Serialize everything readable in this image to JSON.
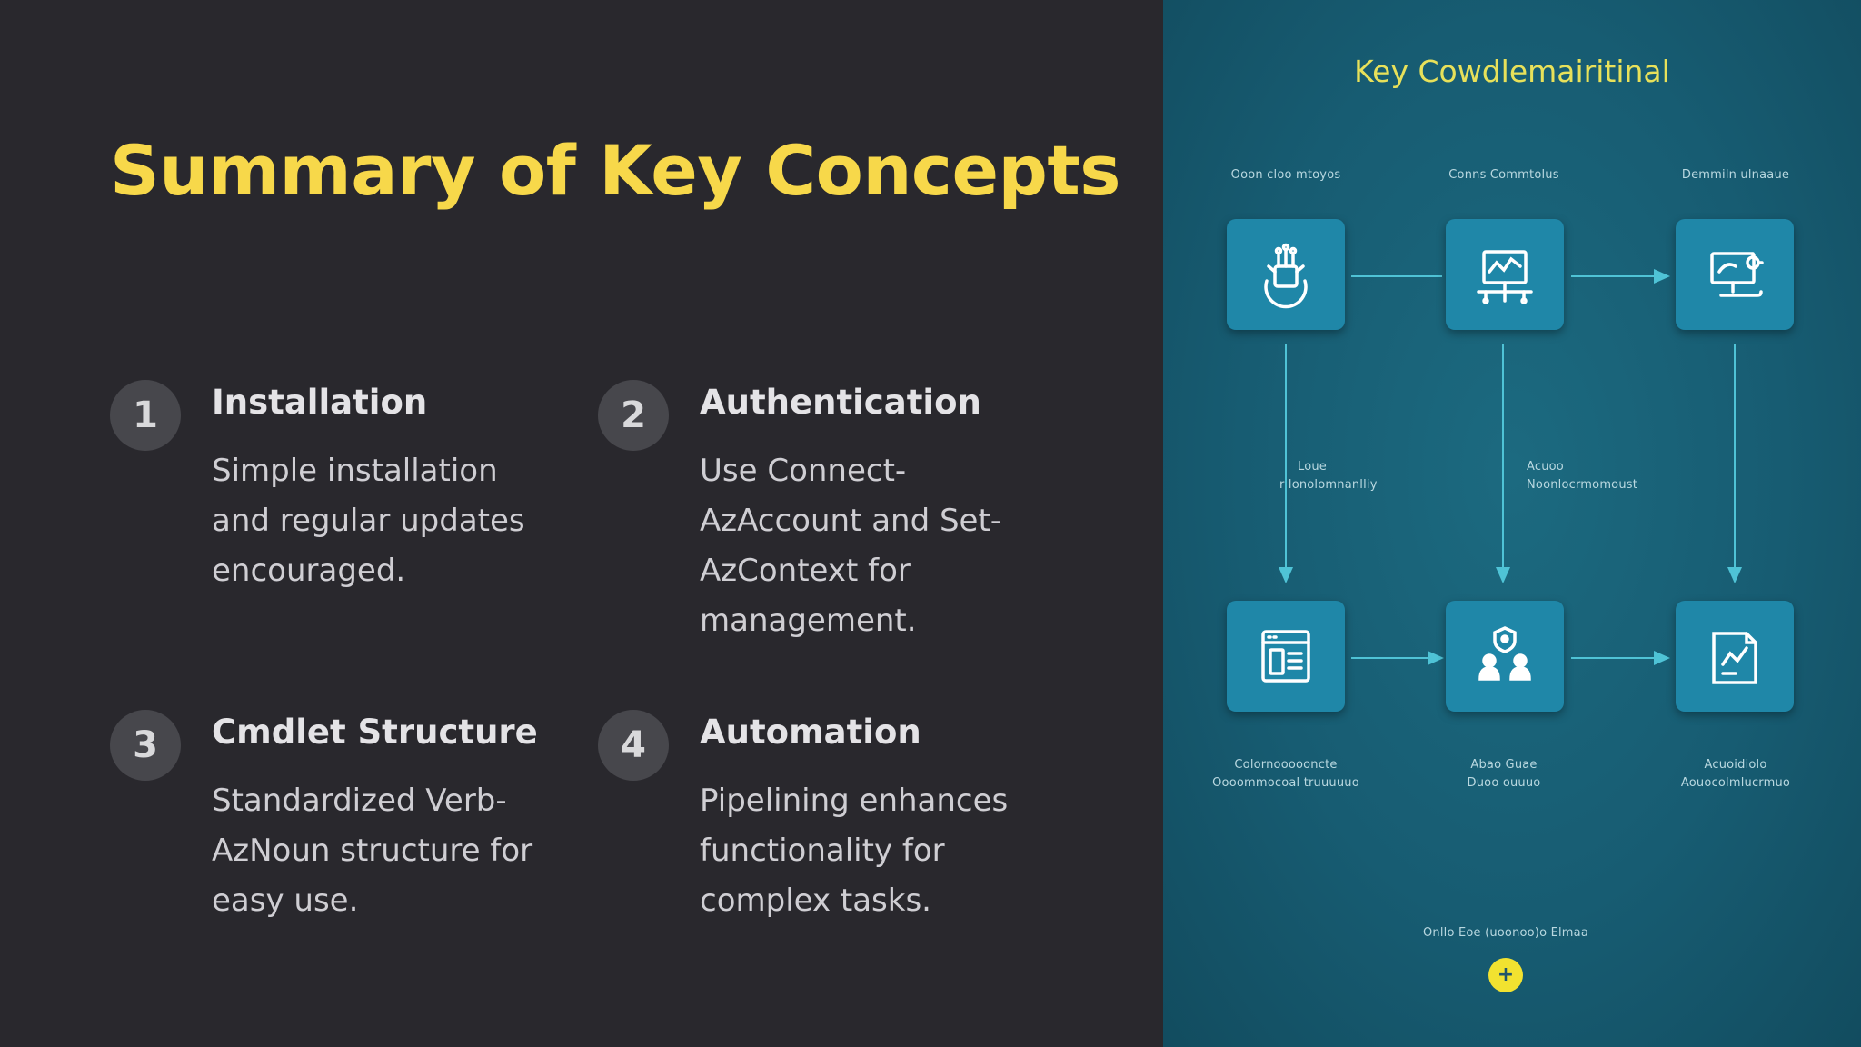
{
  "slide": {
    "title": "Summary of Key Concepts"
  },
  "concepts": [
    {
      "number": "1",
      "heading": "Installation",
      "description": "Simple installation and regular updates encouraged."
    },
    {
      "number": "2",
      "heading": "Authentication",
      "description": "Use Connect-AzAccount and Set-AzContext for management."
    },
    {
      "number": "3",
      "heading": "Cmdlet Structure",
      "description": "Standardized Verb-AzNoun structure for easy use."
    },
    {
      "number": "4",
      "heading": "Automation",
      "description": "Pipelining enhances functionality for complex tasks."
    }
  ],
  "diagram": {
    "title": "Key Cowdlemairitinal",
    "top_labels": [
      "Ooon cloo mtoyos",
      "Conns Commtolus",
      "Demmiln ulnaaue"
    ],
    "mid_labels": [
      {
        "line1": "Loue",
        "line2": "r lonolomnanlliy"
      },
      {
        "line1": "Acuoo",
        "line2": "Noonlocrmomoust"
      }
    ],
    "bottom_labels": [
      {
        "line1": "Colornoooooncte",
        "line2": "Oooommocoal truuuuuo"
      },
      {
        "line1": "Abao Guae",
        "line2": "Duoo ouuuo"
      },
      {
        "line1": "Acuoidiolo",
        "line2": "Aouocolmlucrmuo"
      }
    ],
    "footer_label": "Onllo Eoe (uoonoo)o Elmaa",
    "icons": [
      "gear-circuit-icon",
      "network-monitor-icon",
      "computer-settings-icon",
      "browser-dashboard-icon",
      "users-security-icon",
      "document-chart-icon"
    ],
    "colors": {
      "background": "#175c72",
      "node": "#1f87a8",
      "title": "#e8e15a",
      "accent_button": "#f2e230"
    }
  }
}
